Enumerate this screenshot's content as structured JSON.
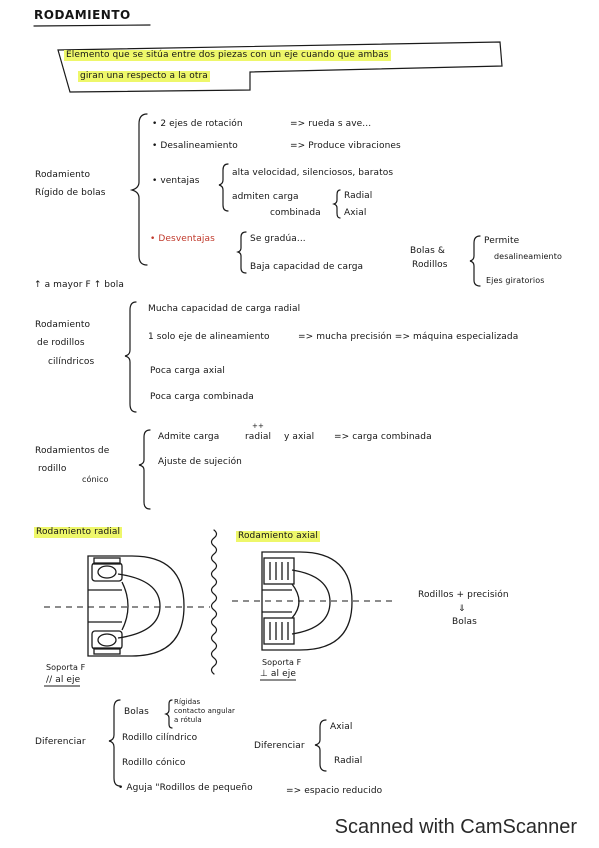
{
  "title": "RODAMIENTO",
  "definition": {
    "line1": "Elemento que se sitúa entre dos piezas con un eje cuando que ambas",
    "line2": "giran una respecto a la otra"
  },
  "bolas_section": {
    "label1": "Rodamiento",
    "label2": "Rígido de bolas",
    "items": [
      "• 2 ejes de rotación",
      "=> rueda s ave... ",
      "• Desalineamiento",
      "=> Produce vibraciones",
      "• ventajas",
      "alta velocidad, silenciosos, baratos",
      "admiten carga",
      "combinada",
      "Radial",
      "Axial",
      "• Desventajas",
      "Se gradúa...",
      "Baja capacidad de carga",
      "Bolas &",
      "Rodillos",
      "Permite",
      "desalineamiento",
      "Ejes giratorios"
    ],
    "note": "↑ a mayor F ↑ bola"
  },
  "cilindricos_section": {
    "label1": "Rodamiento",
    "label2": "de rodillos",
    "label3": "cilíndricos",
    "items": [
      "Mucha capacidad de carga radial",
      "1 solo eje de alineamiento",
      "=> mucha precisión => máquina especializada",
      "Poca carga axial",
      "Poca carga combinada"
    ]
  },
  "conicos_section": {
    "label1": "Rodamientos de",
    "label2": "rodillo",
    "label3": "cónico",
    "items": [
      "Admite carga",
      "radial",
      "y axial",
      "=> carga combinada",
      "++",
      "Ajuste de sujeción"
    ]
  },
  "diagrams": {
    "radial_title": "Rodamiento radial",
    "axial_title": "Rodamiento axial",
    "radial_caption1": "Soporta F",
    "radial_caption2": "// al eje",
    "axial_caption1": "Soporta F",
    "axial_caption2": "⊥ al eje",
    "side_note1": "Rodillos + precisión",
    "side_arrow": "⇓",
    "side_note2": "Bolas"
  },
  "summary": {
    "label_left": "Diferenciar",
    "left_items": [
      "Bolas",
      "Rígidas",
      "contacto angular",
      "a rótula",
      "Rodillo cilíndrico",
      "Rodillo cónico",
      "• Aguja \"Rodillos de pequeño",
      "=> espacio reducido"
    ],
    "label_right": "Diferenciar",
    "right_items": [
      "Axial",
      "Radial"
    ]
  },
  "watermark": "Scanned with CamScanner"
}
